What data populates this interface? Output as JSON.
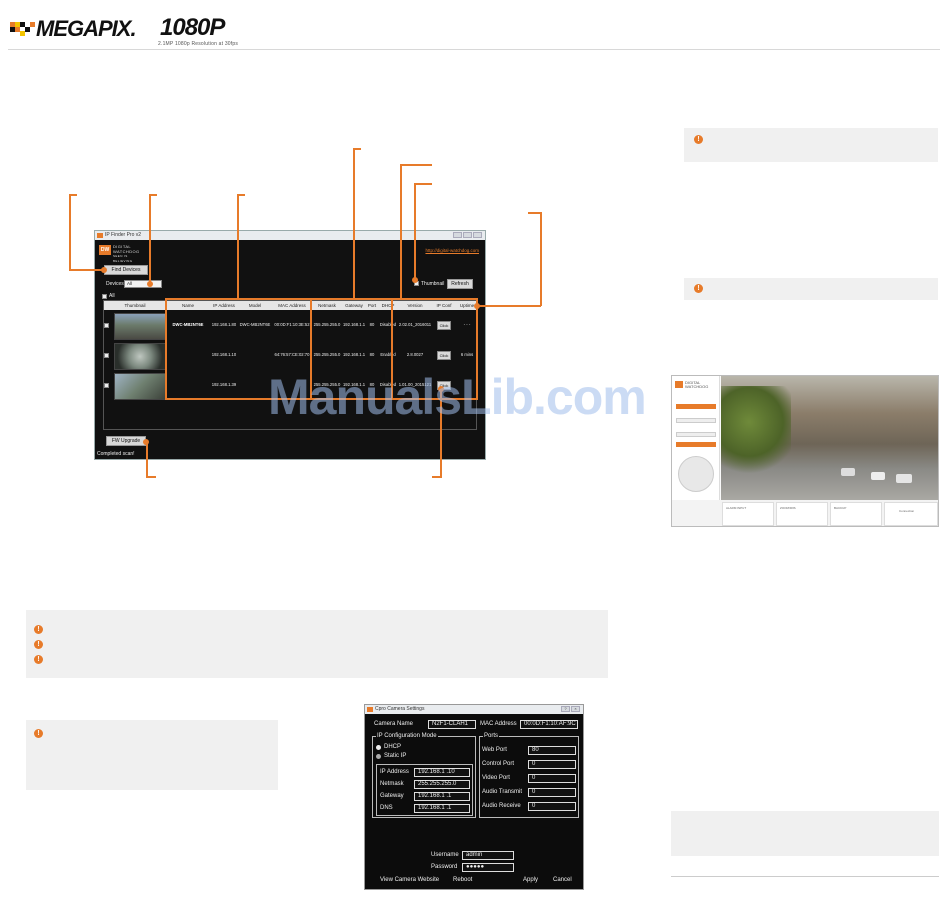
{
  "header": {
    "brand": "MEGAPIX.",
    "model": "1080P",
    "subtitle": "2.1MP 1080p Resolution at 30fps"
  },
  "colors": {
    "accent": "#e77b2a",
    "note_bg": "#f0f0f0"
  },
  "ip_finder": {
    "window_title": "IP Finder Pro v2",
    "brand_lines": [
      "DIGITAL",
      "WATCHDOG",
      "SEEN IS BELIEVING"
    ],
    "link": "http://digital-watchdog.com",
    "find_devices": "Find Devices",
    "devices_label": "Devices",
    "devices_value": "All",
    "thumbnail_label": "Thumbnail",
    "refresh": "Refresh",
    "all_label": "All",
    "columns": [
      "Thumbnail",
      "Name",
      "IP Address",
      "Model",
      "MAC Address",
      "Netmask",
      "Gateway",
      "Port",
      "DHCP",
      "Version",
      "IP Conf",
      "Uptime"
    ],
    "rows": [
      {
        "name": "DWC-MB2NT6E",
        "ip": "192.168.1.80",
        "model": "DWC-MB2NT6E",
        "mac": "00:0D:F1:10:3E:52",
        "netmask": "255.255.255.0",
        "gateway": "192.168.1.1",
        "port": "80",
        "dhcp": "Disabled",
        "version": "2.02.01_2016011",
        "ipconf": "Click",
        "uptime": "- - -"
      },
      {
        "name": "",
        "ip": "192.168.1.10",
        "model": "",
        "mac": "64:76:57:CE:02:70",
        "netmask": "255.255.255.0",
        "gateway": "192.168.1.1",
        "port": "80",
        "dhcp": "Enabled",
        "version": "2.8.0027",
        "ipconf": "Click",
        "uptime": "6 mins"
      },
      {
        "name": "",
        "ip": "192.168.1.39",
        "model": "",
        "mac": "",
        "netmask": "255.255.255.0",
        "gateway": "192.168.1.1",
        "port": "80",
        "dhcp": "Disabled",
        "version": "1.01.00_2015121",
        "ipconf": "Click",
        "uptime": ""
      }
    ],
    "fw_upgrade": "FW Upgrade",
    "status": "Completed scan!"
  },
  "camera_settings": {
    "title": "Cpro Camera Settings",
    "camera_name_label": "Camera Name",
    "camera_name": "N2F1-CLAH1",
    "mac_label": "MAC Address",
    "mac": "00:0D:F1:10:AF:9C",
    "ip_mode_label": "IP Configuration Mode",
    "dhcp_label": "DHCP",
    "static_label": "Static IP",
    "ip_label": "IP Address",
    "ip": "192.168.1 .10",
    "netmask_label": "Netmask",
    "netmask": "255.255.255.0",
    "gateway_label": "Gateway",
    "gateway": "192.168.1 .1",
    "dns_label": "DNS",
    "dns": "192.168.1 .1",
    "ports_label": "Ports",
    "web_port_label": "Web Port",
    "web_port": "80",
    "control_port_label": "Control Port",
    "control_port": "0",
    "video_port_label": "Video Port",
    "video_port": "0",
    "audio_tx_label": "Audio Transmit",
    "audio_tx": "0",
    "audio_rx_label": "Audio Receive",
    "audio_rx": "0",
    "username_label": "Username",
    "username": "admin",
    "password_label": "Password",
    "password": "●●●●●",
    "view_website": "View Camera Website",
    "reboot": "Reboot",
    "apply": "Apply",
    "cancel": "Cancel"
  },
  "viewer": {
    "brand_lines": [
      "DIGITAL",
      "WATCHDOG"
    ],
    "bottom_labels": [
      "ALARM INPUT",
      "ZOOM/IRIS",
      "BACKUP",
      "Connection"
    ]
  },
  "watermark": "ManualsLib.com",
  "icons": [
    "info-icon",
    "window-control-icon",
    "check-icon",
    "radio-icon"
  ]
}
